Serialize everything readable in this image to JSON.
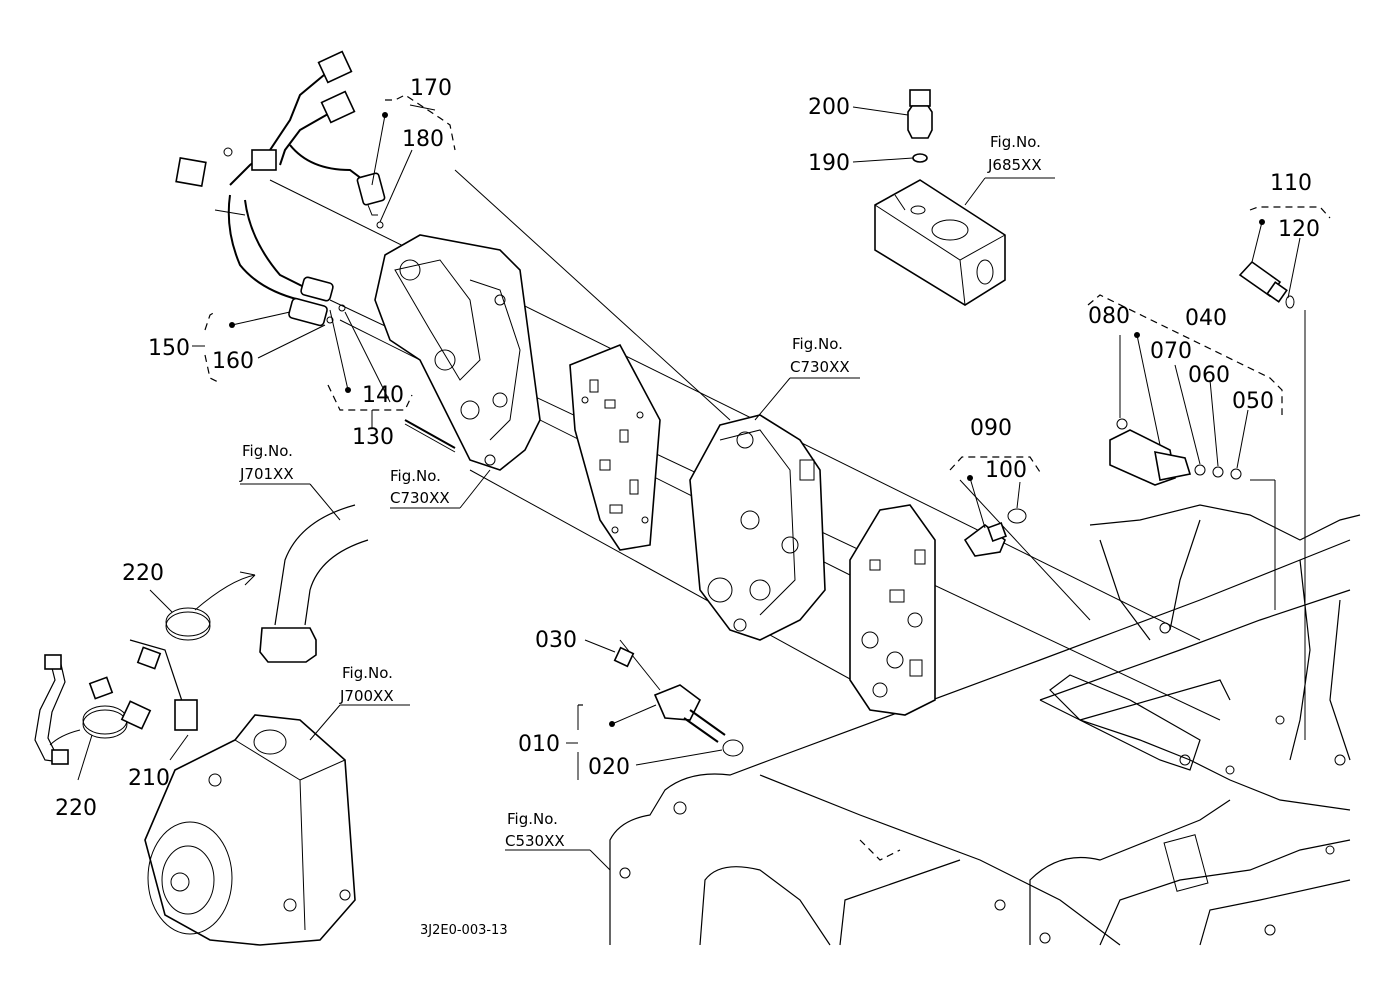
{
  "part_labels": {
    "p010": "010",
    "p020": "020",
    "p030": "030",
    "p040": "040",
    "p050": "050",
    "p060": "060",
    "p070": "070",
    "p080": "080",
    "p090": "090",
    "p100": "100",
    "p110": "110",
    "p120": "120",
    "p130": "130",
    "p140": "140",
    "p150": "150",
    "p160": "160",
    "p170": "170",
    "p180": "180",
    "p190": "190",
    "p200": "200",
    "p210": "210",
    "p220a": "220",
    "p220b": "220"
  },
  "fig_refs": {
    "j685_title": "Fig.No.",
    "j685_code": "J685XX",
    "c730a_title": "Fig.No.",
    "c730a_code": "C730XX",
    "c730b_title": "Fig.No.",
    "c730b_code": "C730XX",
    "j701_title": "Fig.No.",
    "j701_code": "J701XX",
    "j700_title": "Fig.No.",
    "j700_code": "J700XX",
    "c530_title": "Fig.No.",
    "c530_code": "C530XX"
  },
  "drawing_code": "3J2E0-003-13"
}
